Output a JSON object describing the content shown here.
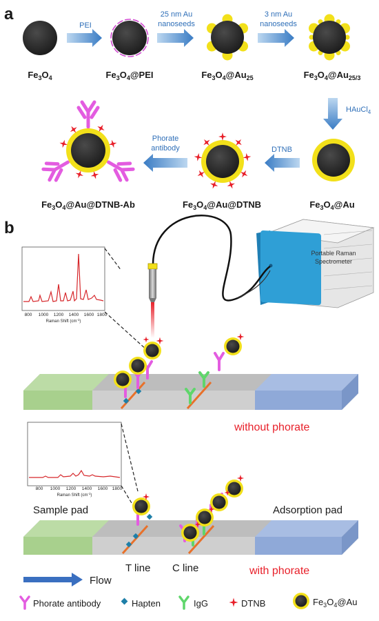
{
  "panel_a": {
    "label": "a",
    "step1_label": "PEI",
    "step2_label_l1": "25 nm Au",
    "step2_label_l2": "nanoseeds",
    "step3_label_l1": "3 nm Au",
    "step3_label_l2": "nanoseeds",
    "step4_label": "HAuCl",
    "step4_sub": "4",
    "step5_label": "DTNB",
    "step6_label_l1": "Phorate",
    "step6_label_l2": "antibody",
    "p1_main": "Fe",
    "p1_sub": "3",
    "p1_main2": "O",
    "p1_sub2": "4",
    "p2_main": "Fe",
    "p2_sub": "3",
    "p2_main2": "O",
    "p2_sub2": "4",
    "p2_suffix": "@PEI",
    "p3_main": "Fe",
    "p3_sub": "3",
    "p3_main2": "O",
    "p3_sub2": "4",
    "p3_suffix": "@Au",
    "p3_sub3": "25",
    "p4_main": "Fe",
    "p4_sub": "3",
    "p4_main2": "O",
    "p4_sub2": "4",
    "p4_suffix": "@Au",
    "p4_sub3": "25/3",
    "p5_main": "Fe",
    "p5_sub": "3",
    "p5_main2": "O",
    "p5_sub2": "4",
    "p5_suffix": "@Au",
    "p6_main": "Fe",
    "p6_sub": "3",
    "p6_main2": "O",
    "p6_sub2": "4",
    "p6_suffix": "@Au@DTNB",
    "p7_main": "Fe",
    "p7_sub": "3",
    "p7_main2": "O",
    "p7_sub2": "4",
    "p7_suffix": "@Au@DTNB-Ab"
  },
  "panel_b": {
    "label": "b",
    "device_label_l1": "Portable Raman",
    "device_label_l2": "Spectrometer",
    "spectrum_top": {
      "x_ticks": [
        "800",
        "1000",
        "1200",
        "1400",
        "1600",
        "1800"
      ],
      "x_axis_label": "Raman Shift (cm",
      "x_axis_label_sup": "-1",
      "x_axis_label_end": ")"
    },
    "spectrum_bottom": {
      "x_ticks": [
        "800",
        "1000",
        "1200",
        "1400",
        "1600",
        "1800"
      ],
      "x_axis_label": "Raman Shift (cm",
      "x_axis_label_sup": "-1",
      "x_axis_label_end": ")"
    },
    "without_label": "without phorate",
    "with_label": "with phorate",
    "sample_pad_label": "Sample pad",
    "adsorption_pad_label": "Adsorption pad",
    "t_line_label": "T line",
    "c_line_label": "C line",
    "flow_label": "Flow"
  },
  "legend": {
    "antibody": "Phorate antibody",
    "hapten": "Hapten",
    "igg": "IgG",
    "dtnb": "DTNB",
    "particle_main": "Fe",
    "particle_sub": "3",
    "particle_main2": "O",
    "particle_sub2": "4",
    "particle_suffix": "@Au"
  },
  "colors": {
    "arrow_blue": "#3a7cc4",
    "step_text_blue": "#2f6fb8",
    "gold": "#f2e01a",
    "core": "#2b2b2b",
    "antibody_pink": "#e35ce0",
    "dtnb_red": "#e8202a",
    "hapten_blue": "#1e7fa8",
    "igg_green": "#5fd66b",
    "line_orange": "#e8712a",
    "sample_pad": "#a8d08d",
    "adsorption_pad": "#8fa9d8",
    "strip": "#cfcfcf",
    "condition_red": "#e8202a",
    "device_blue": "#2f9fd6"
  }
}
